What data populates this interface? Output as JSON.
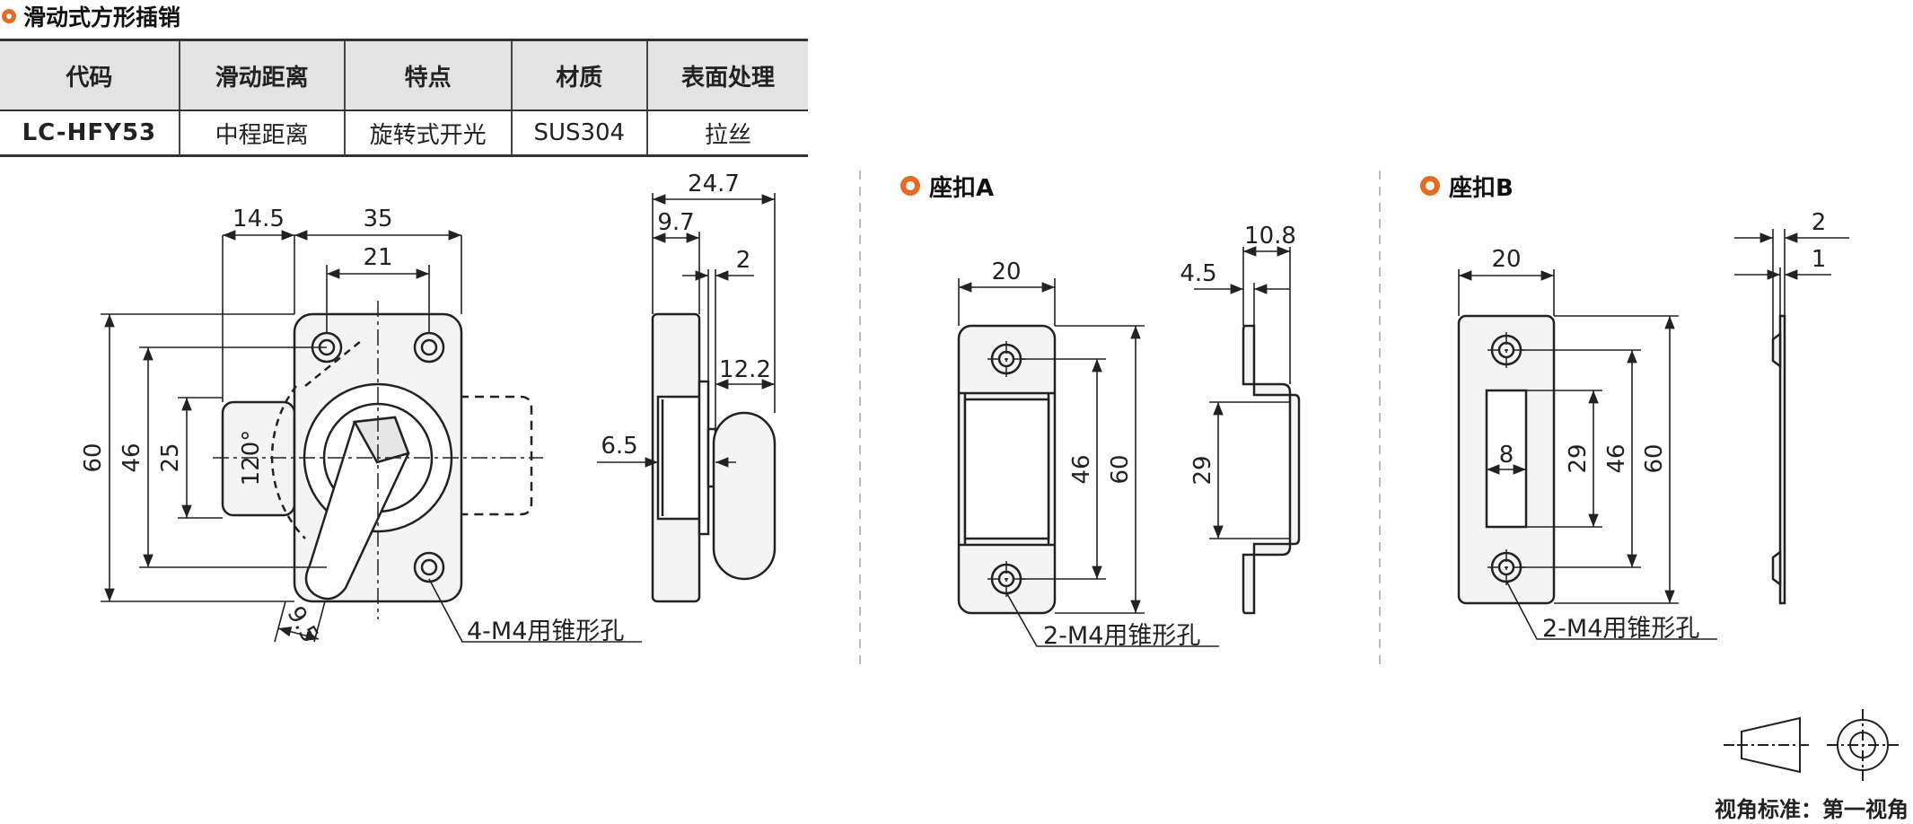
{
  "title": "滑动式方形插销",
  "table": {
    "headers": [
      "代码",
      "滑动距离",
      "特点",
      "材质",
      "表面处理"
    ],
    "rows": [
      [
        "LC-HFY53",
        "中程距离",
        "旋转式开光",
        "SUS304",
        "拉丝"
      ]
    ]
  },
  "views": {
    "latch": {
      "dims": {
        "d14_5": "14.5",
        "d35": "35",
        "d21": "21",
        "d60": "60",
        "d46": "46",
        "d25": "25",
        "angle": "120°",
        "d9_5": "9.5"
      },
      "callout": "4-M4用锥形孔"
    },
    "latch_side": {
      "dims": {
        "d24_7": "24.7",
        "d9_7": "9.7",
        "d2": "2",
        "d12_2": "12.2",
        "d6_5": "6.5"
      }
    },
    "seat_a": {
      "label": "座扣A",
      "dims": {
        "d20": "20",
        "d46": "46",
        "d60": "60",
        "d10_8": "10.8",
        "d4_5": "4.5",
        "d29": "29"
      },
      "callout": "2-M4用锥形孔"
    },
    "seat_b": {
      "label": "座扣B",
      "dims": {
        "d20": "20",
        "d8": "8",
        "d29": "29",
        "d46": "46",
        "d60": "60",
        "d2": "2",
        "d1": "1"
      },
      "callout": "2-M4用锥形孔"
    }
  },
  "projection_label": "视角标准：第一视角",
  "colors": {
    "accent": "#e86a1e",
    "code": "#2f6f8f",
    "line": "#222222",
    "part_fill": "#f4f4f4"
  }
}
